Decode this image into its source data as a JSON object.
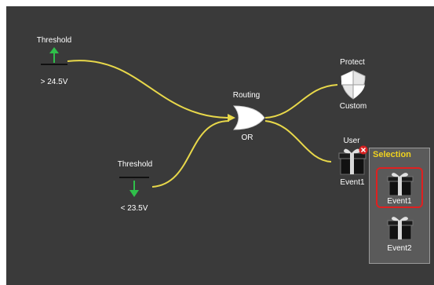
{
  "nodes": {
    "threshold_high": {
      "title": "Threshold",
      "condition": "> 24.5V"
    },
    "threshold_low": {
      "title": "Threshold",
      "condition": "< 23.5V"
    },
    "routing": {
      "title": "Routing",
      "mode": "OR"
    },
    "protect": {
      "title": "Protect",
      "subtitle": "Custom"
    },
    "user": {
      "title": "User",
      "subtitle": "Event1"
    }
  },
  "selection_panel": {
    "title": "Selection",
    "items": [
      {
        "label": "Event1",
        "selected": true
      },
      {
        "label": "Event2",
        "selected": false
      }
    ]
  },
  "colors": {
    "canvas": "#3a3a3a",
    "wire": "#e8d84a",
    "arrow_green": "#2fbf4a",
    "selection_title": "#f0d21e",
    "selected_border": "#e02020"
  },
  "icons": {
    "threshold_high": "arrow-up-icon",
    "threshold_low": "arrow-down-icon",
    "routing": "or-gate-icon",
    "protect": "shield-icon",
    "user": "gift-box-icon",
    "remove": "close-icon"
  }
}
